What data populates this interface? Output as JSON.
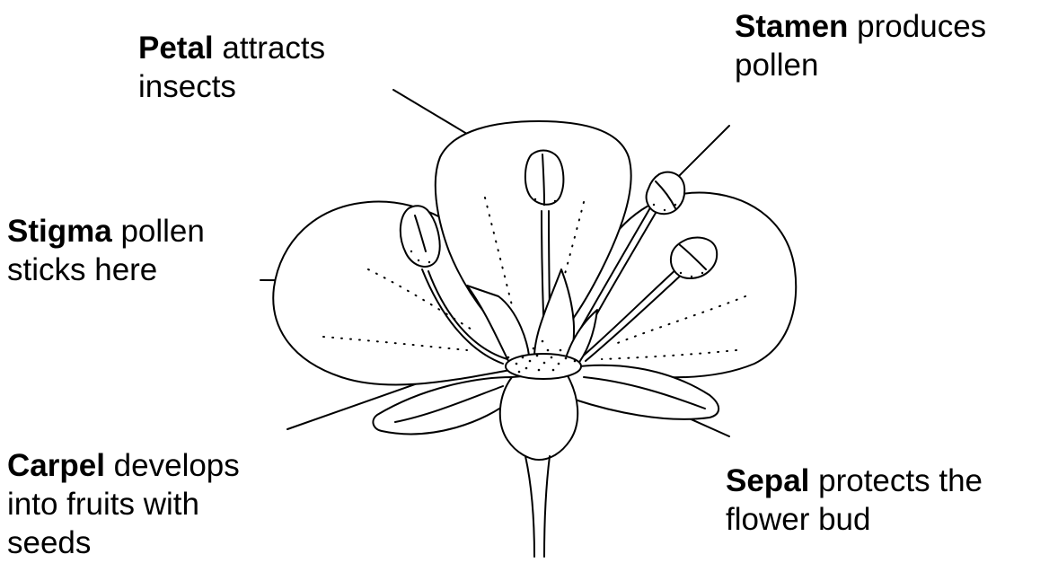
{
  "labels": {
    "petal": {
      "name": "Petal",
      "desc_line1": "attracts",
      "desc_line2": "insects"
    },
    "stamen": {
      "name": "Stamen",
      "desc_line1": "produces",
      "desc_line2": "pollen"
    },
    "stigma": {
      "name": "Stigma",
      "desc_line1": "pollen",
      "desc_line2": "sticks here"
    },
    "carpel": {
      "name": "Carpel",
      "desc_line1": "develops",
      "desc_line2": "into fruits with",
      "desc_line3": "seeds"
    },
    "sepal": {
      "name": "Sepal",
      "desc_line1": "protects the",
      "desc_line2": "flower bud"
    }
  }
}
